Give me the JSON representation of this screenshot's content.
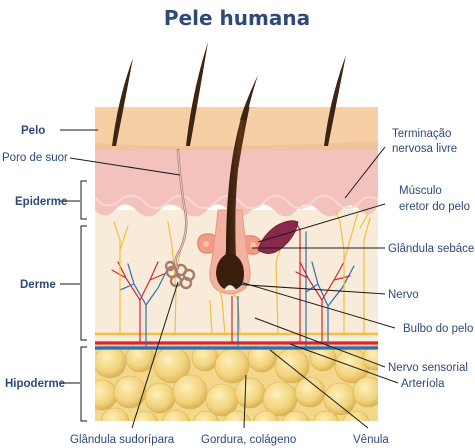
{
  "title": "Pele humana",
  "labels_left": {
    "pelo": "Pelo",
    "poro": "Poro de suor",
    "epiderme": "Epiderme",
    "derme": "Derme",
    "hipoderme": "Hipoderme"
  },
  "labels_right": {
    "terminacao_1": "Terminação",
    "terminacao_2": "nervosa livre",
    "musculo_1": "Músculo",
    "musculo_2": "eretor do pelo",
    "glandula_sebacea": "Glândula sebácea",
    "nervo": "Nervo",
    "bulbo": "Bulbo do pelo",
    "nervo_sensorial": "Nervo sensorial",
    "arteriola": "Arteríola"
  },
  "labels_bottom": {
    "glandula_sudoripara": "Glândula sudorípara",
    "gordura": "Gordura, colágeno",
    "venula": "Vênula"
  },
  "colors": {
    "title": "#2f4a78",
    "epidermis_top": "#f6cfa4",
    "epidermis_pink": "#f3c2bd",
    "dermis": "#f8ebd9",
    "fat": "#f3d78a",
    "hair": "#4a2a15",
    "artery": "#d9252b",
    "vein": "#2d6fb4",
    "nerve": "#f0c040"
  }
}
